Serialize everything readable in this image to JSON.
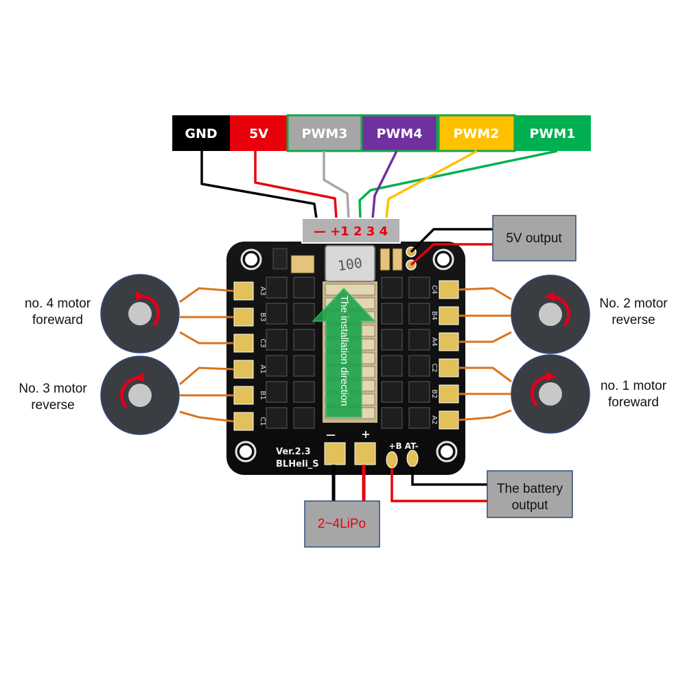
{
  "header_pins": [
    {
      "label": "GND",
      "bg": "#000000",
      "fg": "#ffffff"
    },
    {
      "label": "5V",
      "bg": "#e8000b",
      "fg": "#ffffff"
    },
    {
      "label": "PWM3",
      "bg": "#a6a6a6",
      "fg": "#ffffff"
    },
    {
      "label": "PWM4",
      "bg": "#7030a0",
      "fg": "#ffffff"
    },
    {
      "label": "PWM2",
      "bg": "#ffc000",
      "fg": "#ffffff"
    },
    {
      "label": "PWM1",
      "bg": "#00b050",
      "fg": "#ffffff"
    }
  ],
  "connector_label": "— +1 2 3 4",
  "five_v_output": "5V output",
  "battery_output": [
    "The battery",
    "output"
  ],
  "lipo_label": "2~4LiPo",
  "installation_direction": "The installation direction",
  "board": {
    "version": "Ver.2.3",
    "firmware": "BLHeli_S",
    "regulator_code": "100",
    "minus_sign": "—",
    "plus_sign": "+",
    "bat_label": "+B AT-",
    "left_pads": [
      "A3",
      "B3",
      "C3",
      "A1",
      "B1",
      "C1"
    ],
    "right_pads": [
      "C4",
      "B4",
      "A4",
      "C2",
      "B2",
      "A2"
    ]
  },
  "motors": {
    "m4": [
      "no. 4 motor",
      "foreward"
    ],
    "m3": [
      "No. 3 motor",
      "reverse"
    ],
    "m2": [
      "No. 2 motor",
      "reverse"
    ],
    "m1": [
      "no. 1 motor",
      "foreward"
    ]
  },
  "colors": {
    "orange_wire": "#d9731c",
    "arrow_green": "#17a34a",
    "motor_body": "#3a3d42",
    "rotation_arrow": "#e0001a",
    "label_box": "#a6a6a6"
  }
}
